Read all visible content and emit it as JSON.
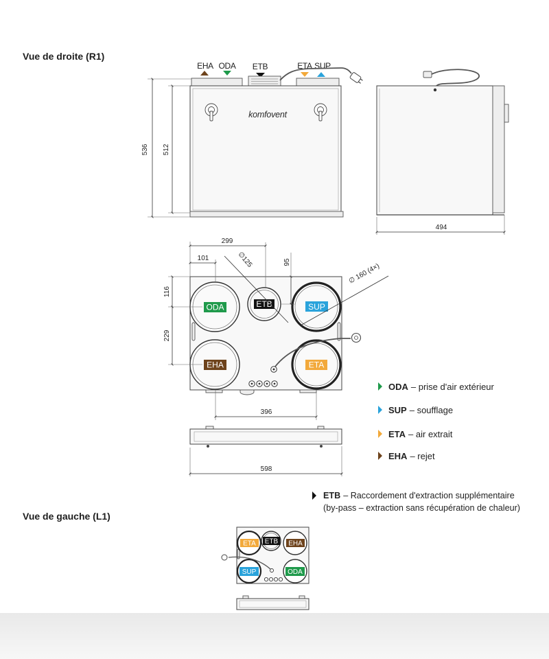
{
  "titles": {
    "right_view": "Vue de droite (R1)",
    "left_view": "Vue de gauche (L1)"
  },
  "codes": {
    "eha": "EHA",
    "oda": "ODA",
    "etb": "ETB",
    "eta": "ETA",
    "sup": "SUP"
  },
  "front_view": {
    "brand": "komfovent",
    "dim_total_height": "536",
    "dim_body_height": "512"
  },
  "side_view": {
    "dim_depth": "494"
  },
  "top_view": {
    "dim_299": "299",
    "dim_101": "101",
    "dim_duct_125": "∅125",
    "dim_95": "95",
    "dim_duct_160": "∅ 160 (4×)",
    "dim_116": "116",
    "dim_229": "229",
    "dim_396": "396"
  },
  "bottom_view": {
    "dim_width": "598"
  },
  "legend": [
    {
      "code": "ODA",
      "desc": "– prise d'air extérieur"
    },
    {
      "code": "SUP",
      "desc": "– soufflage"
    },
    {
      "code": "ETA",
      "desc": "– air extrait"
    },
    {
      "code": "EHA",
      "desc": "– rejet"
    }
  ],
  "etb_note": {
    "code": "ETB",
    "line1": "– Raccordement d'extraction supplémentaire",
    "line2": "(by-pass – extraction sans récupération de chaleur)"
  },
  "colors": {
    "oda": "#1f9a4b",
    "sup": "#2aa3db",
    "eta": "#f2a93b",
    "eha": "#6e431c",
    "etb": "#111111"
  },
  "icons": [
    "arrow-triangle-icon",
    "latch-icon",
    "power-plug-icon"
  ]
}
